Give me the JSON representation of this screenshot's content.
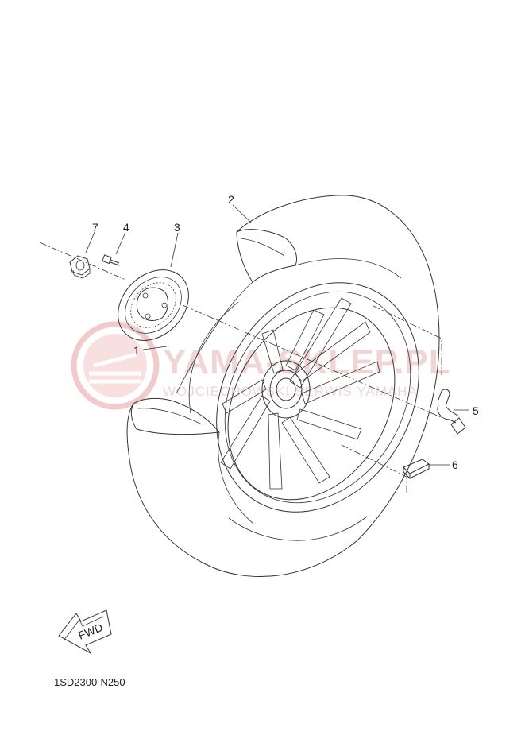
{
  "diagram": {
    "callouts": [
      {
        "id": "1",
        "label": "1"
      },
      {
        "id": "2",
        "label": "2"
      },
      {
        "id": "3",
        "label": "3"
      },
      {
        "id": "4",
        "label": "4"
      },
      {
        "id": "5",
        "label": "5"
      },
      {
        "id": "6",
        "label": "6"
      },
      {
        "id": "7",
        "label": "7"
      }
    ],
    "fwd_label": "FWD",
    "part_code": "1SD2300-N250"
  },
  "watermark": {
    "title": "YAMA-SKLEP.PL",
    "subtitle": "WOJCIECHOWSKI SERWIS YAMAHA",
    "color": "#e8a0a0"
  }
}
